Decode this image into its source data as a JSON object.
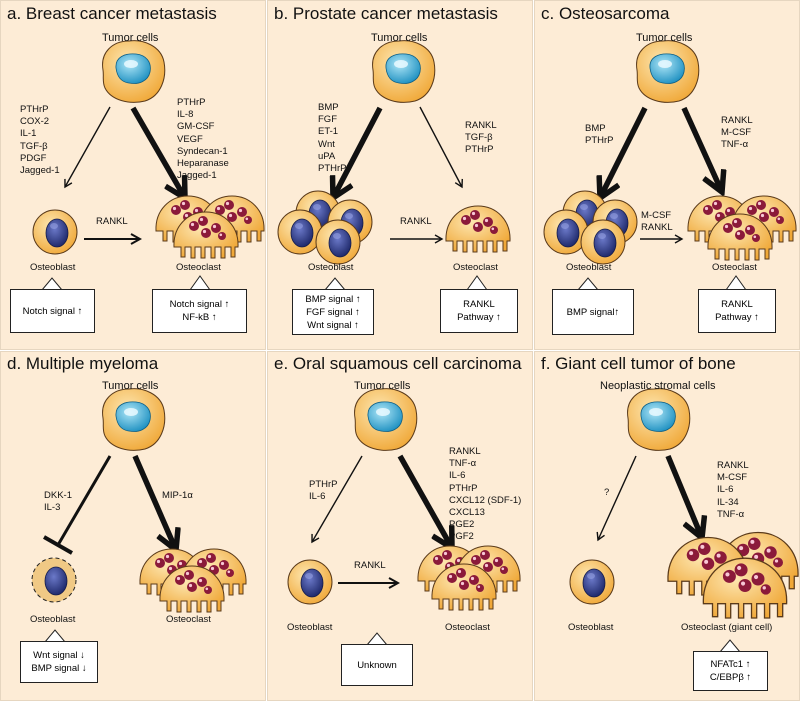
{
  "panels": {
    "a": {
      "title": "a.  Breast cancer metastasis",
      "header": "Tumor cells",
      "left_factors": [
        "PTHrP",
        "COX-2",
        "IL-1",
        "TGF-β",
        "PDGF",
        "Jagged-1"
      ],
      "right_factors": [
        "PTHrP",
        "IL-8",
        "GM-CSF",
        "VEGF",
        "Syndecan-1",
        "Heparanase",
        "Jagged-1"
      ],
      "arrow_label": "RANKL",
      "left_cell": "Osteoblast",
      "right_cell": "Osteoclast",
      "left_box": [
        "Notch signal ↑"
      ],
      "right_box": [
        "Notch signal ↑",
        "NF-kB ↑"
      ]
    },
    "b": {
      "title": "b.  Prostate cancer metastasis",
      "header": "Tumor cells",
      "left_factors": [
        "BMP",
        "FGF",
        "ET-1",
        "Wnt",
        "uPA",
        "PTHrP"
      ],
      "right_factors": [
        "RANKL",
        "TGF-β",
        "PTHrP"
      ],
      "arrow_label": "RANKL",
      "left_cell": "Osteoblast",
      "right_cell": "Osteoclast",
      "left_box": [
        "BMP signal ↑",
        "FGF  signal ↑",
        "Wnt  signal ↑"
      ],
      "right_box": [
        "RANKL",
        "Pathway ↑"
      ]
    },
    "c": {
      "title": "c.  Osteosarcoma",
      "header": "Tumor cells",
      "left_factors": [
        "BMP",
        "PTHrP"
      ],
      "right_factors": [
        "RANKL",
        "M-CSF",
        "TNF-α"
      ],
      "arrow_label": [
        "M-CSF",
        "RANKL"
      ],
      "left_cell": "Osteoblast",
      "right_cell": "Osteoclast",
      "left_box": [
        "BMP signal↑"
      ],
      "right_box": [
        "RANKL",
        "Pathway ↑"
      ]
    },
    "d": {
      "title": "d.  Multiple myeloma",
      "header": "Tumor cells",
      "left_factors": [
        "DKK-1",
        "IL-3"
      ],
      "right_factors": [
        "MIP-1α"
      ],
      "left_cell": "Osteoblast",
      "right_cell": "Osteoclast",
      "left_box": [
        "Wnt  signal ↓",
        "BMP signal ↓"
      ]
    },
    "e": {
      "title": "e.  Oral squamous cell carcinoma",
      "header": "Tumor cells",
      "left_factors": [
        "PTHrP",
        "IL-6"
      ],
      "right_factors": [
        "RANKL",
        "TNF-α",
        "IL-6",
        "PTHrP",
        "CXCL12 (SDF-1)",
        "CXCL13",
        "PGE2",
        "PGF2"
      ],
      "arrow_label": "RANKL",
      "left_cell": "Osteoblast",
      "right_cell": "Osteoclast",
      "center_box": [
        "Unknown"
      ]
    },
    "f": {
      "title": "f.  Giant cell tumor of bone",
      "header": "Neoplastic stromal cells",
      "left_factors": [
        "?"
      ],
      "right_factors": [
        "RANKL",
        "M-CSF",
        "IL-6",
        "IL-34",
        "TNF-α"
      ],
      "left_cell": "Osteoblast",
      "right_cell": "Osteoclast (giant cell)",
      "right_box": [
        "NFATc1 ↑",
        "C/EBPβ ↑"
      ]
    }
  },
  "colors": {
    "background": "#fdecd6",
    "cell_body": "#f3b54a",
    "tumor_nucleus": "#2aa7d4",
    "osteoblast_nucleus": "#2b3a8c",
    "osteoclast_nucleus": "#8b1a3a"
  }
}
